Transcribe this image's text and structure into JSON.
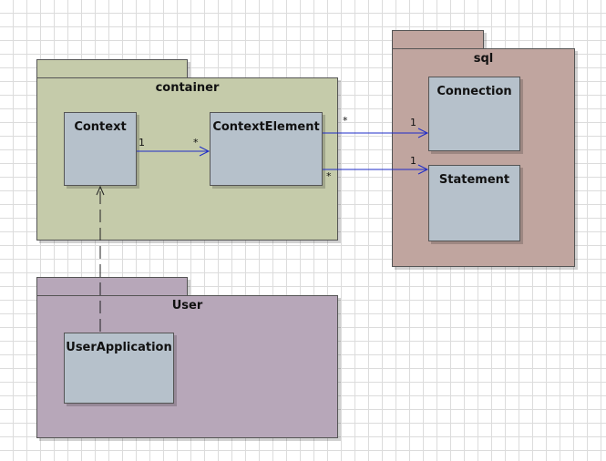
{
  "packages": {
    "container": {
      "name": "container",
      "color": "#c5cbaa"
    },
    "sql": {
      "name": "sql",
      "color": "#c0a59f"
    },
    "user": {
      "name": "User",
      "color": "#b7a7b9"
    }
  },
  "classes": {
    "context": {
      "name": "Context"
    },
    "context_element": {
      "name": "ContextElement"
    },
    "connection": {
      "name": "Connection"
    },
    "statement": {
      "name": "Statement"
    },
    "user_application": {
      "name": "UserApplication"
    }
  },
  "class_color": "#b6c1cb",
  "edges": {
    "context_to_element": {
      "source_mult": "1",
      "target_mult": "*",
      "color": "#1f2cc8"
    },
    "element_to_connection": {
      "source_mult": "*",
      "target_mult": "1",
      "color": "#1f2cc8"
    },
    "element_to_statement": {
      "source_mult": "*",
      "target_mult": "1",
      "color": "#1f2cc8"
    },
    "userapp_to_context": {
      "style": "dashed-dependency",
      "color": "#222222"
    }
  }
}
